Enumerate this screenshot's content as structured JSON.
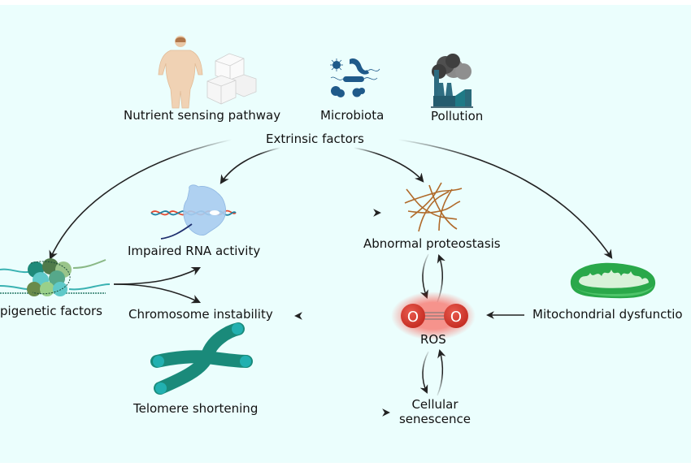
{
  "title": "Extrinsic factors",
  "extrinsic_factors": [
    {
      "id": "nutrient",
      "label": "Nutrient sensing pathway",
      "icon": "obese-person-and-sugar-cubes-icon"
    },
    {
      "id": "microbiota",
      "label": "Microbiota",
      "icon": "bacteria-virus-icon"
    },
    {
      "id": "pollution",
      "label": "Pollution",
      "icon": "factory-smoke-icon"
    }
  ],
  "nodes": {
    "rna": {
      "label": "Impaired RNA activity",
      "icon": "ribosome-dna-icon"
    },
    "proteostasis": {
      "label": "Abnormal proteostasis",
      "icon": "protein-aggregate-icon"
    },
    "epigenetic": {
      "label": "Epigenetic factors",
      "visible_label": "pigenetic factors",
      "icon": "nucleosome-icon"
    },
    "chromosome": {
      "label": "Chromosome instability"
    },
    "ros": {
      "label": "ROS",
      "icon": "oxygen-molecule-icon",
      "atom_label": "O"
    },
    "mito": {
      "label": "Mitochondrial dysfunction",
      "visible_label": "Mitochondrial dysfunctio",
      "icon": "mitochondrion-icon"
    },
    "telomere": {
      "label": "Telomere shortening",
      "icon": "chromosome-icon"
    },
    "senescence": {
      "label_line1": "Cellular",
      "label_line2": "senescence"
    }
  },
  "edges": [
    {
      "from": "extrinsic",
      "to": "epigenetic"
    },
    {
      "from": "extrinsic",
      "to": "rna"
    },
    {
      "from": "extrinsic",
      "to": "proteostasis"
    },
    {
      "from": "extrinsic",
      "to": "mito"
    },
    {
      "from": "rna",
      "to": "proteostasis"
    },
    {
      "from": "epigenetic",
      "to": "rna"
    },
    {
      "from": "epigenetic",
      "to": "chromosome"
    },
    {
      "from": "ros",
      "to": "chromosome"
    },
    {
      "from": "mito",
      "to": "ros"
    },
    {
      "from": "proteostasis",
      "to": "ros"
    },
    {
      "from": "ros",
      "to": "proteostasis"
    },
    {
      "from": "ros",
      "to": "senescence"
    },
    {
      "from": "senescence",
      "to": "ros"
    },
    {
      "from": "telomere",
      "to": "senescence"
    }
  ],
  "colors": {
    "background": "#ebfefd",
    "arrow": "#222222",
    "ros_red": "#d63a2f",
    "mito_green": "#2aa84a",
    "chromosome_teal": "#1a8a7a",
    "proteostasis_brown": "#b06a2a",
    "ribosome_blue": "#a9ccf0",
    "factory_teal": "#2a6a7a",
    "bacteria_blue": "#1f5a8a"
  }
}
